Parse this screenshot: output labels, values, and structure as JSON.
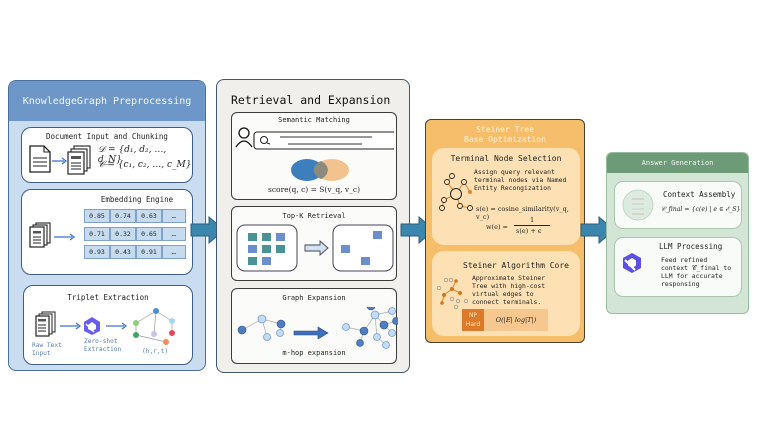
{
  "panels": {
    "preprocessing": {
      "title": "KnowledgeGraph Preprocessing",
      "document_chunking": {
        "title": "Document Input and Chunking",
        "formula_docs": "𝒟 = {d₁, d₂, …, d_N}",
        "formula_chunks": "𝒞 = {c₁, c₂, …, c_M}"
      },
      "embedding": {
        "title": "Embedding Engine",
        "rows": [
          [
            "0.85",
            "0.74",
            "0.63",
            "…"
          ],
          [
            "0.71",
            "0.32",
            "0.65",
            "…"
          ],
          [
            "0.93",
            "0.43",
            "0.91",
            "…"
          ]
        ]
      },
      "triplet": {
        "title": "Triplet Extraction",
        "label_input": [
          "Raw Text",
          "Input"
        ],
        "label_extract": [
          "Zero-shot",
          "Extraction"
        ],
        "label_output": "(h,r,t)"
      }
    },
    "retrieval": {
      "title": "Retrieval and Expansion",
      "semantic": {
        "title": "Semantic Matching",
        "formula": "score(q, c) = S(v_q, v_c)"
      },
      "topk": {
        "title": "Top-K Retrieval"
      },
      "graph": {
        "title": "Graph Expansion",
        "caption": "m-hop expansion"
      }
    },
    "steiner": {
      "title_line1": "Steiner Tree",
      "title_line2": "Base Optimization",
      "terminal": {
        "title": "Terminal Node Selection",
        "desc": [
          "Assign query relevant",
          "terminal nodes via Named",
          "Entity Recongization"
        ],
        "formula_s": "s(e) = cosine_similarity(v_q, v_c)",
        "formula_w_lhs": "w(e) =",
        "formula_w_num": "1",
        "formula_w_den": "s(e) + ϵ"
      },
      "core": {
        "title": "Steiner Algorithm Core",
        "desc": [
          "Approximate Steiner",
          "Tree with high-cost",
          "virtual edges to",
          "connect terminals."
        ],
        "badge_line1": "NP",
        "badge_line2": "Hard",
        "complexity": "O(|E| log|T|)"
      }
    },
    "answer": {
      "title": "Answer Generation",
      "context": {
        "title": "Context Assembly",
        "formula": "𝒞_final = {c(e) | e ∈ ℰ_S}"
      },
      "llm": {
        "title": "LLM Processing",
        "desc": [
          "Feed refined",
          "context 𝒞_final to",
          "LLM for accurate",
          "responsing"
        ]
      }
    }
  },
  "colors": {
    "preprocessing_bg": "#c9dcf0",
    "preprocessing_header": "#6d97c8",
    "retrieval_bg": "#f1efec",
    "steiner_bg": "#f6be6a",
    "steiner_card": "#fde1b4",
    "answer_bg": "#d3e6d6",
    "answer_header": "#6e9b77",
    "arrow": "#3b86ad"
  }
}
